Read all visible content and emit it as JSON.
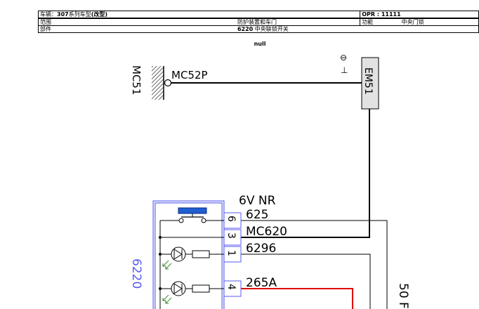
{
  "header": {
    "vehicle_label": "车辆",
    "vehicle_sep": "：",
    "vehicle_model_num": "307",
    "vehicle_model_desc": "系列车型",
    "vehicle_model_suffix": "(改型)",
    "opr_label": "OPR : 11111",
    "scope_label": "范围",
    "scope_value": "防护装置和车门",
    "function_label": "功能",
    "function_value": "中央门锁",
    "part_label": "部件",
    "part_code": "6220",
    "part_name": "中央联锁开关"
  },
  "null_text": "null",
  "diagram": {
    "ground_component": "MC51",
    "ground_connector": "MC52P",
    "ground_symbol_top": "⊖",
    "ground_symbol_bottom": "⊥",
    "em_component": "EM51",
    "connector_label": "6V NR",
    "component_6220": "6220",
    "pins": [
      "6",
      "3",
      "1",
      "4"
    ],
    "wires": [
      "625",
      "MC620",
      "6296",
      "265A"
    ],
    "right_label": "50 F",
    "colors": {
      "wire": "#000000",
      "wire_red": "#e00000",
      "blue": "#5a5aee",
      "blue_fill": "#dfe6f8",
      "switch": "#1f5fd0",
      "led_arrows": "#3a8a2a"
    }
  }
}
